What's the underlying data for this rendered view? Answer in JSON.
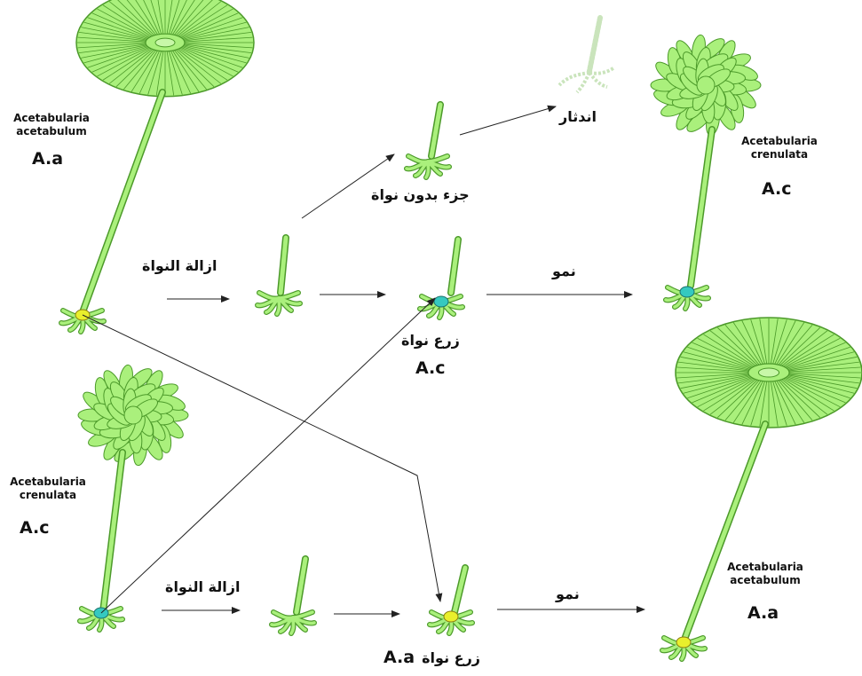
{
  "labels": {
    "top_left_species_line1": "Acetabularia",
    "top_left_species_line2": "acetabulum",
    "top_left_code": "A.a",
    "top_right_species_line1": "Acetabularia",
    "top_right_species_line2": "crenulata",
    "top_right_code": "A.c",
    "bottom_left_species_line1": "Acetabularia",
    "bottom_left_species_line2": "crenulata",
    "bottom_left_code": "A.c",
    "bottom_right_species_line1": "Acetabularia",
    "bottom_right_species_line2": "acetabulum",
    "bottom_right_code": "A.a",
    "degeneration": "اندثار",
    "part_without_nucleus": "جزء بدون نواة",
    "nucleus_removal_top": "ازالة النواة",
    "growth_top": "نمو",
    "nucleus_graft_top": "زرع نواة",
    "nucleus_graft_top_code": "A.c",
    "nucleus_removal_bottom": "ازالة النواة",
    "growth_bottom": "نمو",
    "nucleus_graft_bottom": "زرع نواة",
    "nucleus_graft_bottom_code": "A.a"
  },
  "colors": {
    "algae_fill": "#aaf07c",
    "algae_stroke": "#4c9a2a",
    "nucleus_aa": "#e9ef2c",
    "nucleus_ac": "#35c9c0",
    "arrow": "#222222",
    "faded": "#d6ecc6"
  }
}
